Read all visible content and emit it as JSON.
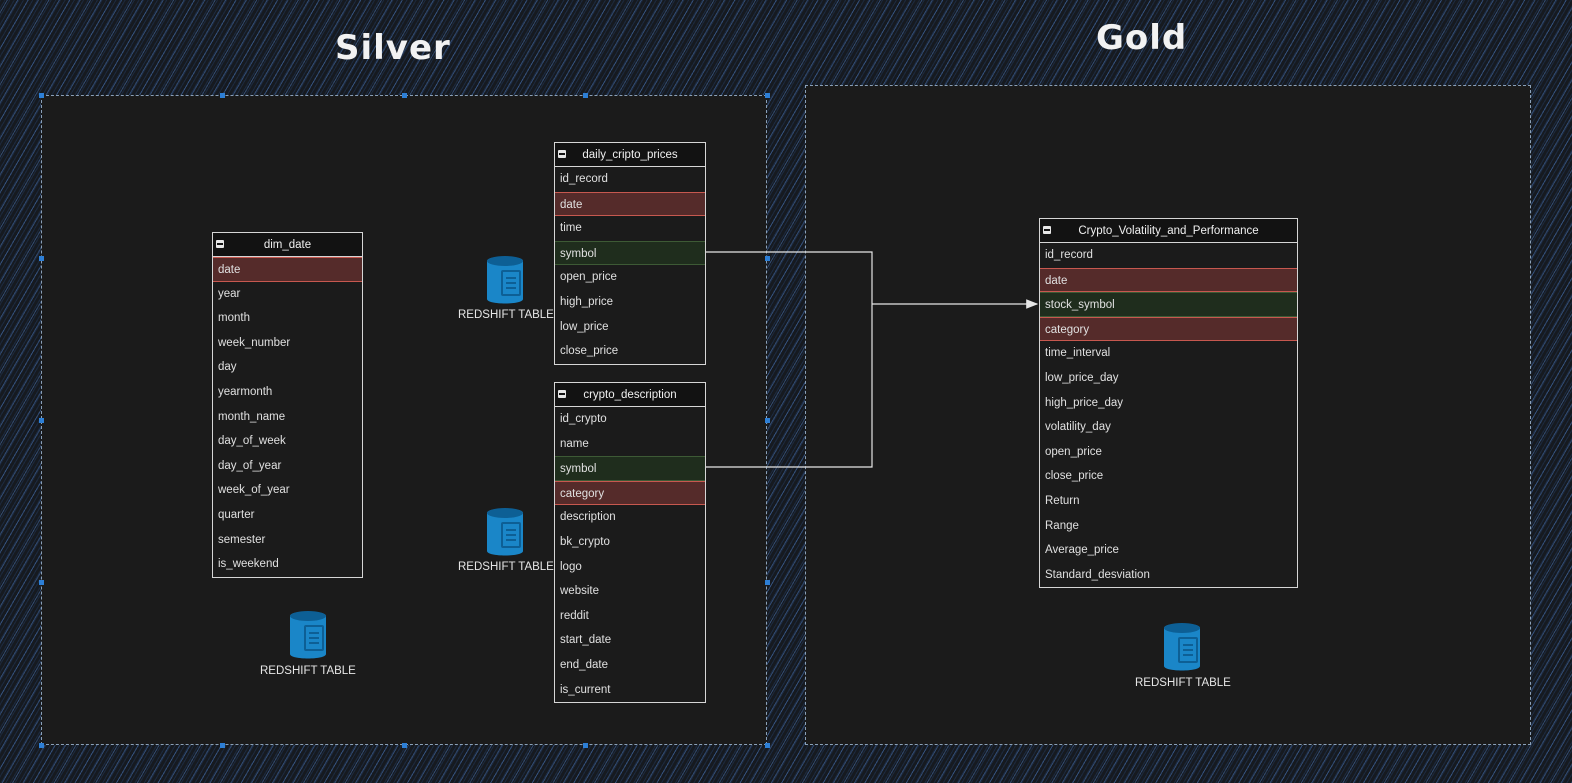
{
  "layers": {
    "silver_title": "Silver",
    "gold_title": "Gold"
  },
  "tables": {
    "dim_date": {
      "name": "dim_date",
      "fields": [
        "date",
        "year",
        "month",
        "week_number",
        "day",
        "yearmonth",
        "month_name",
        "day_of_week",
        "day_of_year",
        "week_of_year",
        "quarter",
        "semester",
        "is_weekend"
      ]
    },
    "daily_cripto_prices": {
      "name": "daily_cripto_prices",
      "fields": [
        "id_record",
        "date",
        "time",
        "symbol",
        "open_price",
        "high_price",
        "low_price",
        "close_price"
      ]
    },
    "crypto_description": {
      "name": "crypto_description",
      "fields": [
        "id_crypto",
        "name",
        "symbol",
        "category",
        "description",
        "bk_crypto",
        "logo",
        "website",
        "reddit",
        "start_date",
        "end_date",
        "is_current"
      ]
    },
    "crypto_volatility": {
      "name": "Crypto_Volatility_and_Performance",
      "fields": [
        "id_record",
        "date",
        "stock_symbol",
        "category",
        "time_interval",
        "low_price_day",
        "high_price_day",
        "volatility_day",
        "open_price",
        "close_price",
        "Return",
        "Range",
        "Average_price",
        "Standard_desviation"
      ]
    }
  },
  "redshift": {
    "label": "REDSHIFT TABLE"
  },
  "colors": {
    "key_highlight": "#552b2a",
    "symbol_highlight": "#1f2d1d",
    "db_icon": "#1a86c8",
    "accent": "#2d7fd6"
  }
}
